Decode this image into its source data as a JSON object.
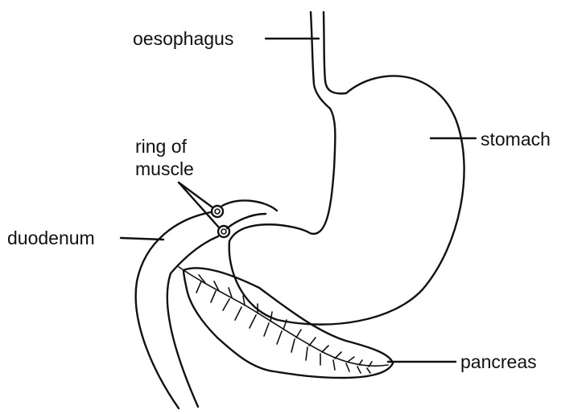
{
  "labels": {
    "oesophagus": "oesophagus",
    "stomach": "stomach",
    "ring_of_muscle_line1": "ring of",
    "ring_of_muscle_line2": "muscle",
    "duodenum": "duodenum",
    "pancreas": "pancreas"
  }
}
